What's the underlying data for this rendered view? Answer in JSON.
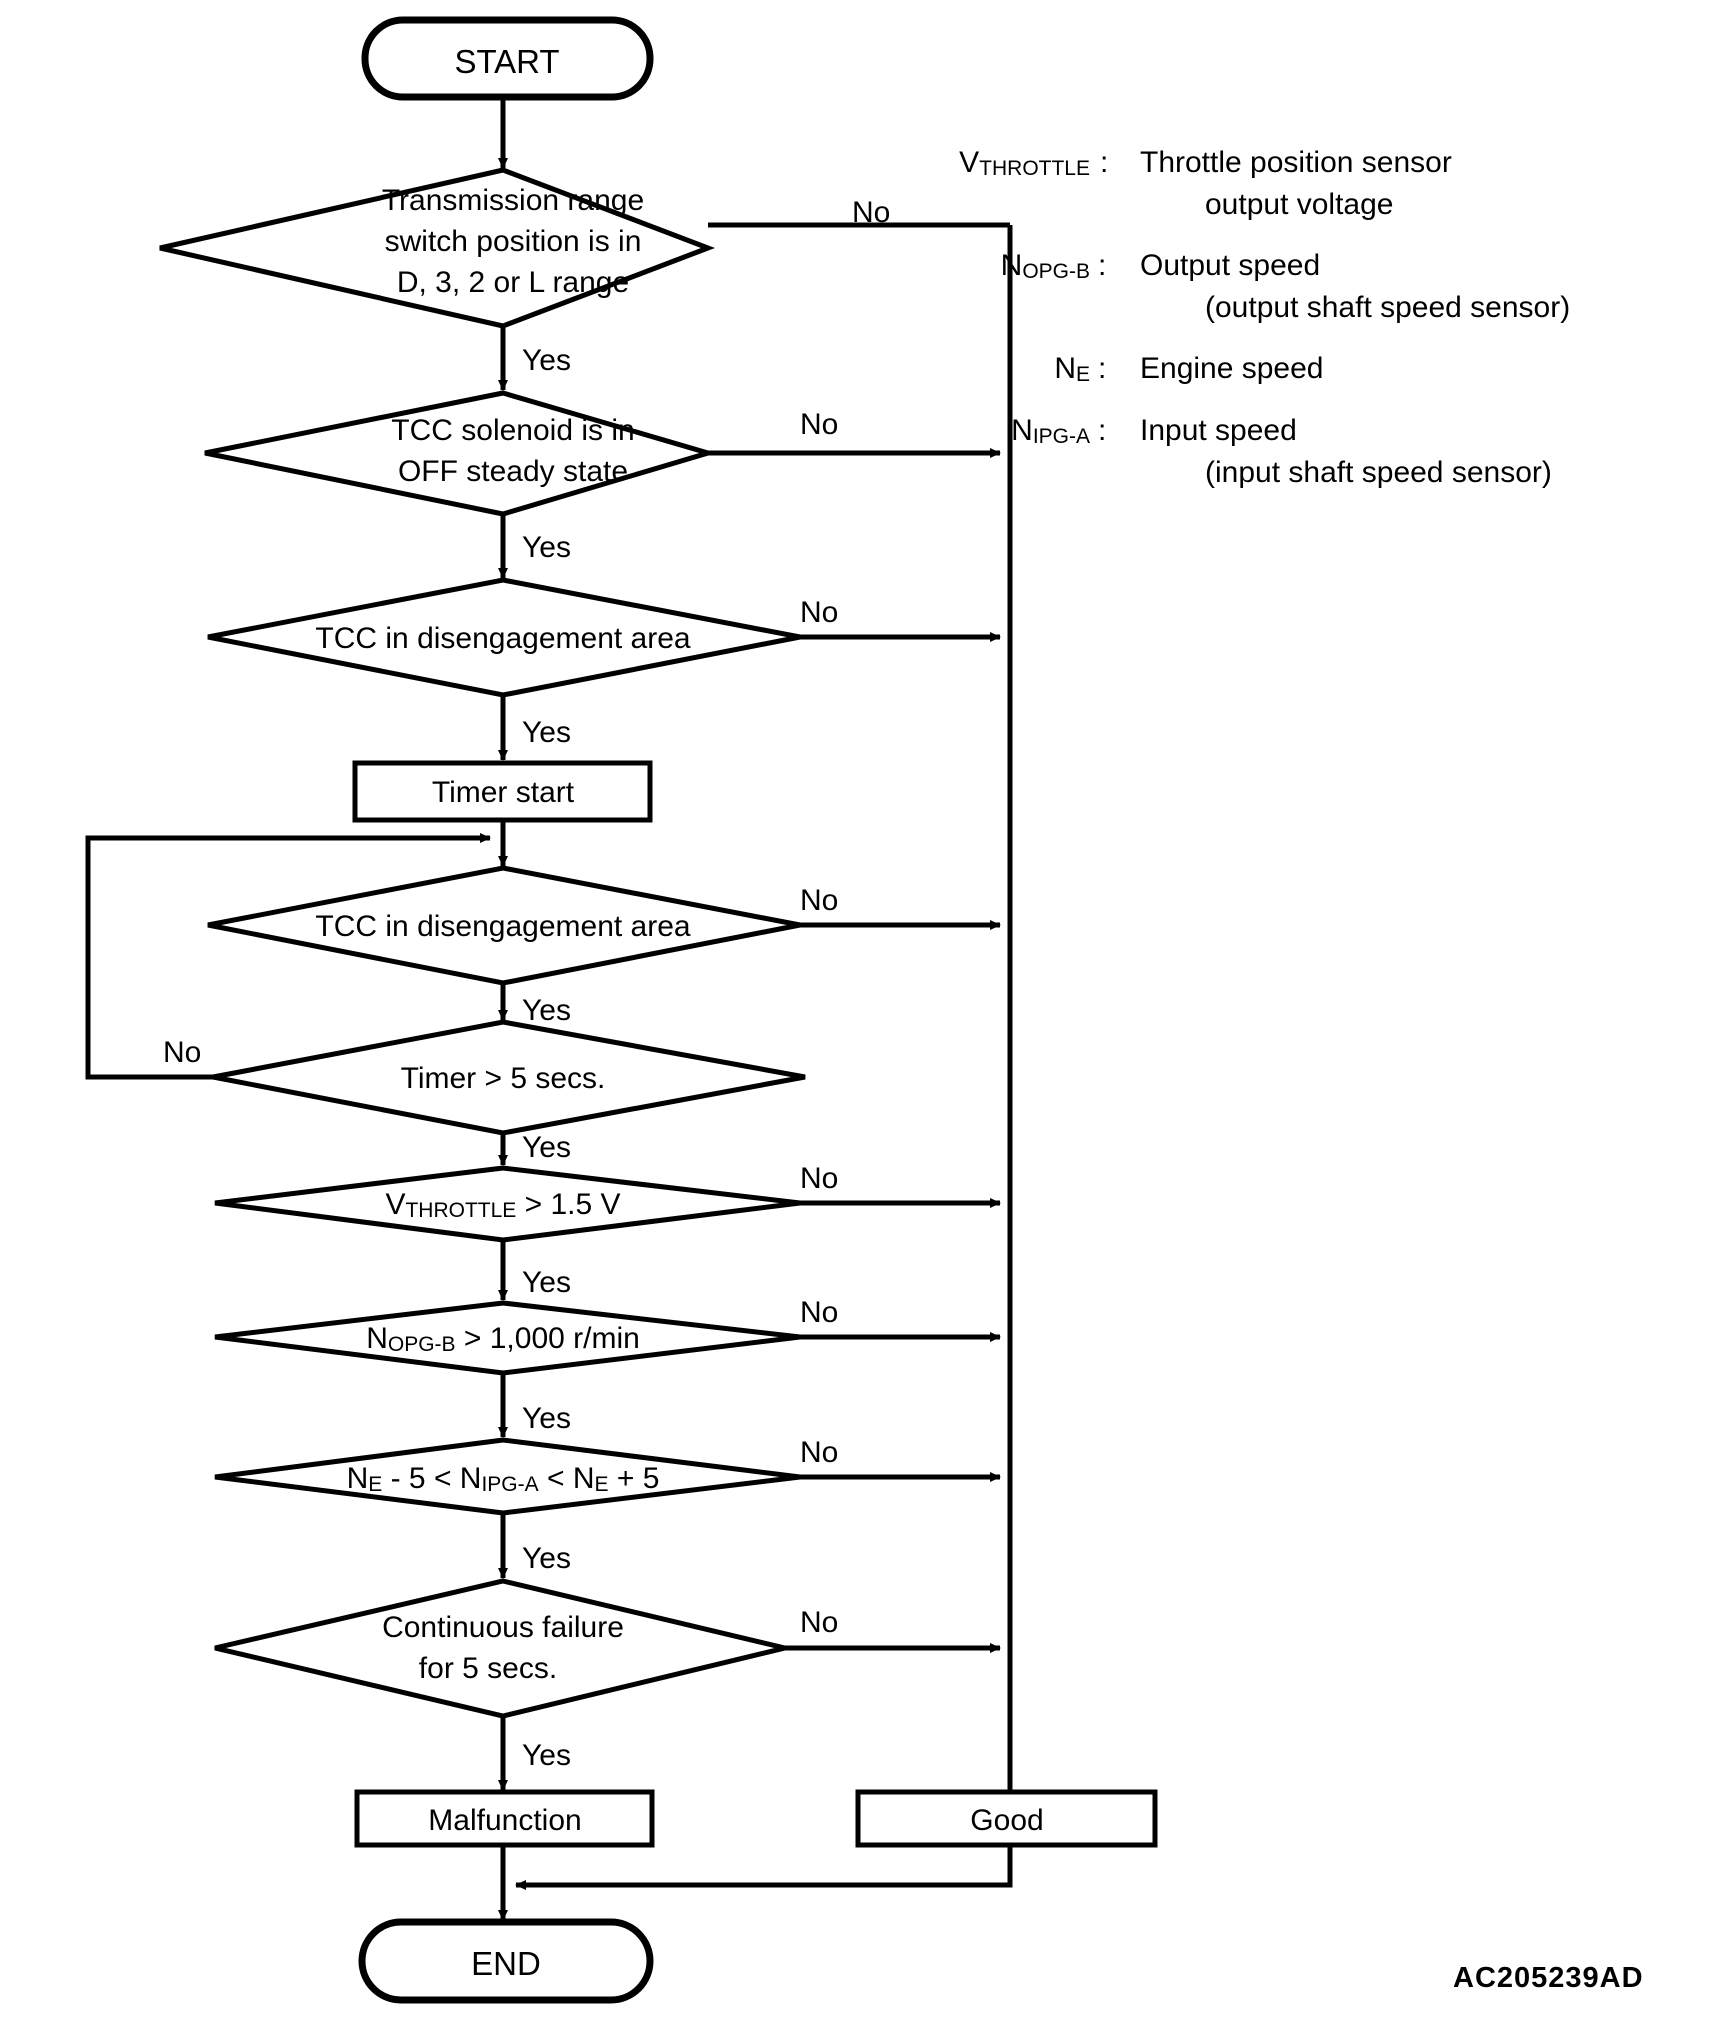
{
  "diagram": {
    "type": "flowchart",
    "title": "TCC system flowchart",
    "reference_code": "AC205239AD",
    "terminators": {
      "start": "START",
      "end": "END"
    },
    "branch_labels": {
      "yes": "Yes",
      "no": "No"
    },
    "nodes": [
      {
        "id": "start",
        "shape": "terminator",
        "lines": [
          "START"
        ]
      },
      {
        "id": "d1",
        "shape": "decision",
        "lines": [
          "Transmission range",
          "switch position is in",
          "D, 3, 2 or L range"
        ],
        "yes": "d2",
        "no": "good"
      },
      {
        "id": "d2",
        "shape": "decision",
        "lines": [
          "TCC solenoid is in",
          "OFF steady state"
        ],
        "yes": "d3",
        "no": "good"
      },
      {
        "id": "d3",
        "shape": "decision",
        "lines": [
          "TCC in disengagement area"
        ],
        "yes": "p1",
        "no": "good"
      },
      {
        "id": "p1",
        "shape": "process",
        "lines": [
          "Timer start"
        ],
        "next": "d4"
      },
      {
        "id": "d4",
        "shape": "decision",
        "lines": [
          "TCC in disengagement area"
        ],
        "yes": "d5",
        "no": "good"
      },
      {
        "id": "d5",
        "shape": "decision",
        "lines": [
          "Timer > 5 secs."
        ],
        "yes": "d6",
        "no": "d4"
      },
      {
        "id": "d6",
        "shape": "decision",
        "expr": {
          "pre": "V",
          "sub": "THROTTLE",
          "post": " > 1.5 V"
        },
        "lines": [
          "VTHROTTLE > 1.5 V"
        ],
        "yes": "d7",
        "no": "good"
      },
      {
        "id": "d7",
        "shape": "decision",
        "expr": {
          "pre": "N",
          "sub": "OPG-B",
          "post": " > 1,000 r/min"
        },
        "lines": [
          "NOPG-B > 1,000 r/min"
        ],
        "yes": "d8",
        "no": "good"
      },
      {
        "id": "d8",
        "shape": "decision",
        "expr_parts": [
          "N",
          "E",
          " - 5 < N",
          "IPG-A",
          " < N",
          "E",
          " + 5"
        ],
        "lines": [
          "NE - 5 < NIPG-A < NE + 5"
        ],
        "yes": "d9",
        "no": "good"
      },
      {
        "id": "d9",
        "shape": "decision",
        "lines": [
          "Continuous failure",
          "for 5 secs."
        ],
        "yes": "malfunction",
        "no": "good"
      },
      {
        "id": "malfunction",
        "shape": "process",
        "lines": [
          "Malfunction"
        ],
        "next": "end"
      },
      {
        "id": "good",
        "shape": "process",
        "lines": [
          "Good"
        ],
        "next": "end"
      },
      {
        "id": "end",
        "shape": "terminator",
        "lines": [
          "END"
        ]
      }
    ]
  },
  "legend": {
    "entries": [
      {
        "symbol_base": "V",
        "symbol_sub": "THROTTLE",
        "separator": " : ",
        "line1": "Throttle position sensor",
        "line2": "output voltage"
      },
      {
        "symbol_base": "N",
        "symbol_sub": "OPG-B",
        "separator": " : ",
        "line1": "Output speed",
        "line2": "(output shaft speed sensor)"
      },
      {
        "symbol_base": "N",
        "symbol_sub": "E",
        "separator": " : ",
        "line1": "Engine speed",
        "line2": ""
      },
      {
        "symbol_base": "N",
        "symbol_sub": "IPG-A",
        "separator": " : ",
        "line1": "Input speed",
        "line2": "(input shaft speed sensor)"
      }
    ]
  },
  "node_text": {
    "start": "START",
    "end": "END",
    "d1_l1": "Transmission range",
    "d1_l2": "switch position is in",
    "d1_l3": "D, 3, 2 or L range",
    "d2_l1": "TCC solenoid is in",
    "d2_l2": "OFF steady state",
    "d3_l1": "TCC in disengagement area",
    "p1_l1": "Timer start",
    "d4_l1": "TCC in disengagement area",
    "d5_l1": "Timer > 5 secs.",
    "d6_base": "V",
    "d6_sub": "THROTTLE",
    "d6_rest": " > 1.5 V",
    "d7_base": "N",
    "d7_sub": "OPG-B",
    "d7_rest": " > 1,000 r/min",
    "d8_a": "N",
    "d8_a_sub": "E",
    "d8_b": " - 5 < N",
    "d8_b_sub": "IPG-A",
    "d8_c": " < N",
    "d8_c_sub": "E",
    "d8_d": " + 5",
    "d9_l1": "Continuous failure",
    "d9_l2": "for 5 secs.",
    "malfunction": "Malfunction",
    "good": "Good"
  },
  "branches": {
    "yes": "Yes",
    "no": "No"
  },
  "footer": {
    "code": "AC205239AD"
  },
  "colors": {
    "stroke": "#000000",
    "fill": "#ffffff",
    "background": "#ffffff"
  }
}
